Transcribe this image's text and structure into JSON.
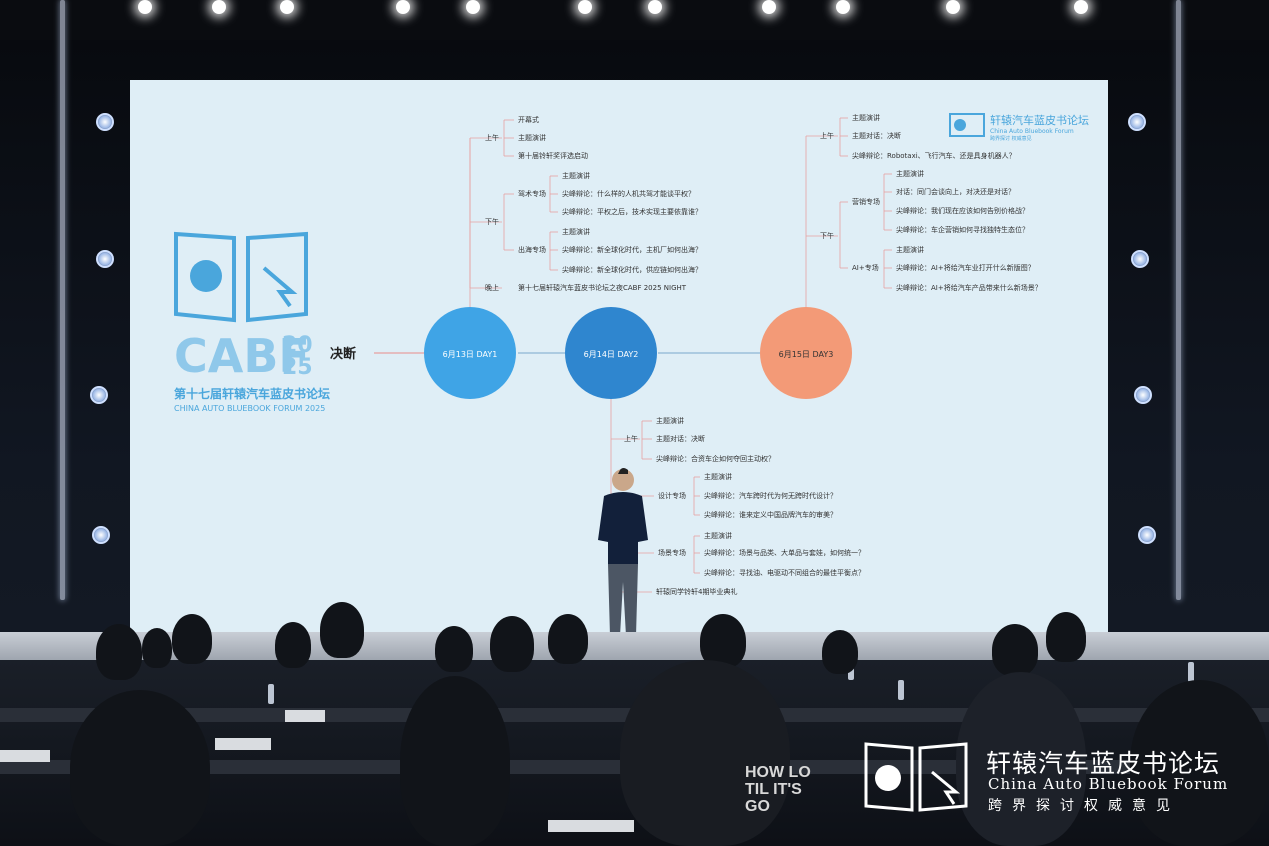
{
  "screen": {
    "event_title": "第十七届轩辕汽车蓝皮书论坛",
    "event_subtitle": "CHINA AUTO BLUEBOOK FORUM 2025",
    "logo_text": "CABF",
    "logo_year_top": "20",
    "logo_year_bottom": "25",
    "brand_title": "轩辕汽车蓝皮书论坛",
    "brand_en": "China Auto Bluebook Forum",
    "brand_tagline": "跨界探讨 权威意见",
    "root_label": "决断",
    "day1": {
      "label": "6月13日 DAY1",
      "morning": "上午",
      "morning_items": [
        "开幕式",
        "主题演讲",
        "第十届铃轩奖评选启动"
      ],
      "afternoon": "下午",
      "group1": "驾术专场",
      "group1_items": [
        "主题演讲",
        "尖峰辩论：什么样的人机共驾才能谈平权？",
        "尖峰辩论：平权之后，技术实现主要依靠谁？"
      ],
      "group2": "出海专场",
      "group2_items": [
        "主题演讲",
        "尖峰辩论：新全球化时代，主机厂如何出海？",
        "尖峰辩论：新全球化时代，供应链如何出海？"
      ],
      "evening": "晚上",
      "evening_item": "第十七届轩辕汽车蓝皮书论坛之夜CABF 2025 NIGHT"
    },
    "day2": {
      "label": "6月14日 DAY2",
      "morning": "上午",
      "morning_items": [
        "主题演讲",
        "主题对话：决断",
        "尖峰辩论：合资车企如何夺回主动权？"
      ],
      "group1": "设计专场",
      "group1_items": [
        "主题演讲",
        "尖峰辩论：汽车跨时代为何无跨时代设计？",
        "尖峰辩论：谁来定义中国品牌汽车的审美？"
      ],
      "group2": "场景专场",
      "group2_items": [
        "主题演讲",
        "尖峰辩论：场景与品类、大单品与套娃，如何统一？",
        "尖峰辩论：寻找油、电驱动不同组合的最佳平衡点？"
      ],
      "closing": "轩辕同学铃轩4期毕业典礼"
    },
    "day3": {
      "label": "6月15日 DAY3",
      "morning": "上午",
      "morning_items": [
        "主题演讲",
        "主题对话：决断",
        "尖峰辩论：Robotaxi、飞行汽车、还是具身机器人？"
      ],
      "afternoon": "下午",
      "group1": "营销专场",
      "group1_items": [
        "主题演讲",
        "对话：同门会谈向上，对决还是对话？",
        "尖峰辩论：我们现在应该如何告别价格战？",
        "尖峰辩论：车企营销如何寻找独特生态位？"
      ],
      "group2": "AI+专场",
      "group2_items": [
        "主题演讲",
        "尖峰辩论：AI+将给汽车业打开什么新版图？",
        "尖峰辩论：AI+将给汽车产品带来什么新场景？"
      ]
    }
  },
  "watermark": {
    "title": "轩辕汽车蓝皮书论坛",
    "english": "China Auto Bluebook Forum",
    "tagline": "跨界探讨权威意见"
  },
  "audience_shirt": "HOW LO TIL IT'S GO",
  "colors": {
    "screen_bg": "#dfeef6",
    "day1": "#3fa4e6",
    "day2": "#2f86cf",
    "day3": "#f39a77",
    "branch": "#e8a0a0",
    "brand_blue": "#4aa6dc"
  }
}
